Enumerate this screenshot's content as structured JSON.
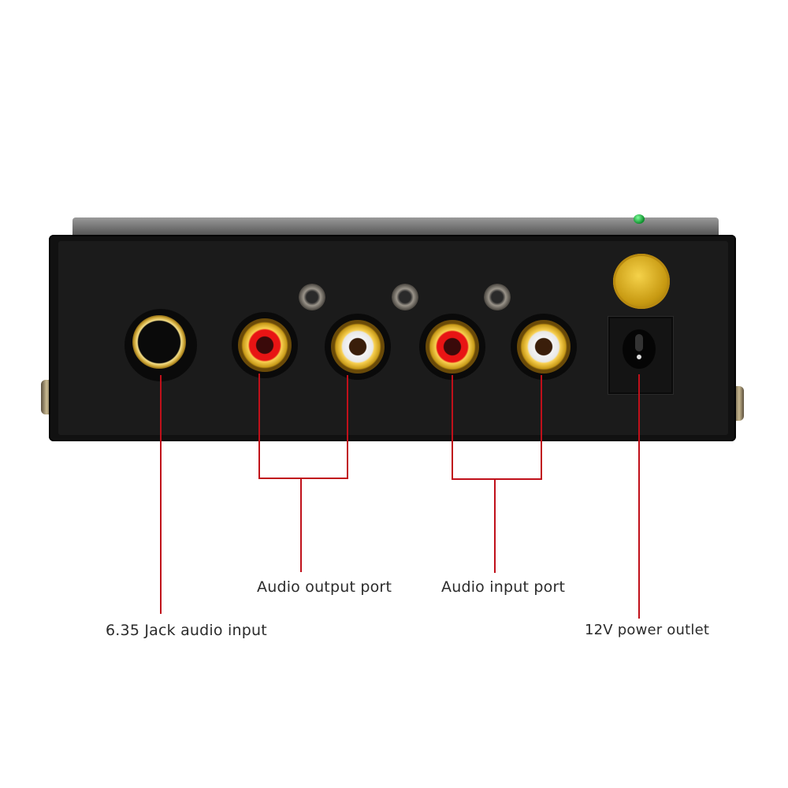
{
  "image": {
    "subject": "audio preamp rear panel",
    "background_color": "#ffffff",
    "device_color": "#111111",
    "callout_line_color": "#c0101a"
  },
  "ports": [
    {
      "name": "6.35mm jack",
      "ring": "gold",
      "insert": "black"
    },
    {
      "name": "RCA output left",
      "ring": "gold",
      "insert": "#e01010"
    },
    {
      "name": "RCA output right",
      "ring": "gold",
      "insert": "#f2f2f2"
    },
    {
      "name": "RCA input left",
      "ring": "gold",
      "insert": "#e01010"
    },
    {
      "name": "RCA input right",
      "ring": "gold",
      "insert": "#f2f2f2"
    },
    {
      "name": "DC power jack",
      "ring": "none",
      "insert": "black"
    }
  ],
  "labels": {
    "jack": "6.35 Jack audio input",
    "output": "Audio output port",
    "input": "Audio input port",
    "power": "12V power outlet"
  }
}
